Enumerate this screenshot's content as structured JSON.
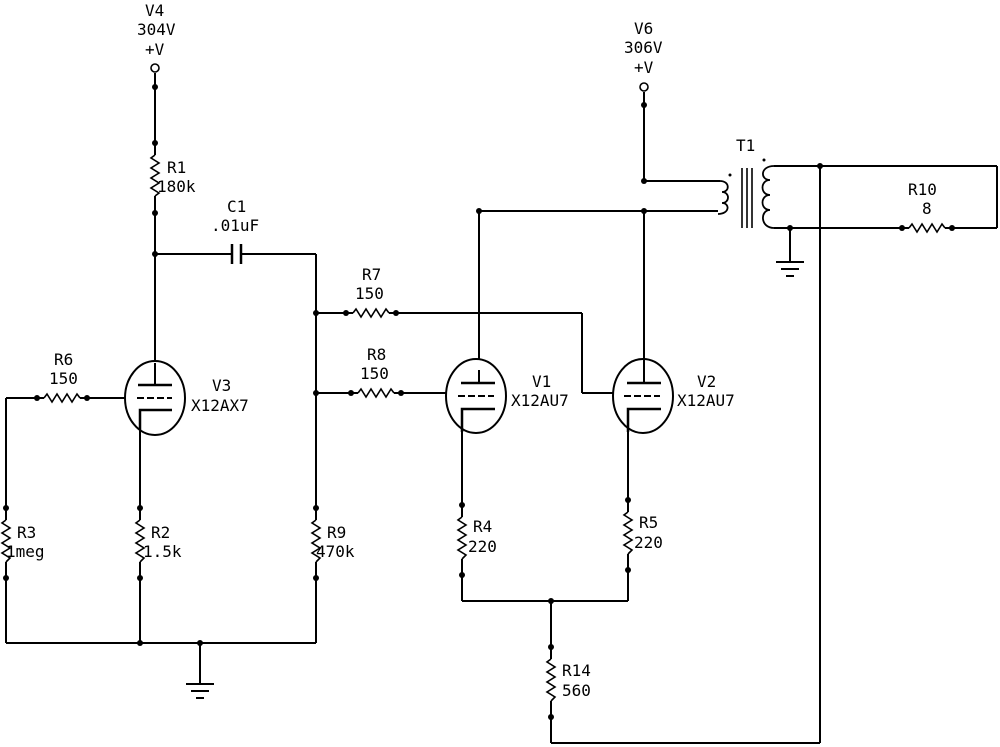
{
  "supplies": [
    {
      "ref": "V4",
      "value": "304V",
      "label": "+V"
    },
    {
      "ref": "V6",
      "value": "306V",
      "label": "+V"
    }
  ],
  "resistors": [
    {
      "ref": "R1",
      "value": "180k"
    },
    {
      "ref": "R2",
      "value": "1.5k"
    },
    {
      "ref": "R3",
      "value": "1meg"
    },
    {
      "ref": "R4",
      "value": "220"
    },
    {
      "ref": "R5",
      "value": "220"
    },
    {
      "ref": "R6",
      "value": "150"
    },
    {
      "ref": "R7",
      "value": "150"
    },
    {
      "ref": "R8",
      "value": "150"
    },
    {
      "ref": "R9",
      "value": "470k"
    },
    {
      "ref": "R10",
      "value": "8"
    },
    {
      "ref": "R14",
      "value": "560"
    }
  ],
  "capacitor": {
    "ref": "C1",
    "value": ".01uF"
  },
  "tubes": [
    {
      "ref": "V3",
      "model": "X12AX7"
    },
    {
      "ref": "V1",
      "model": "X12AU7"
    },
    {
      "ref": "V2",
      "model": "X12AU7"
    }
  ],
  "transformer": {
    "ref": "T1"
  }
}
